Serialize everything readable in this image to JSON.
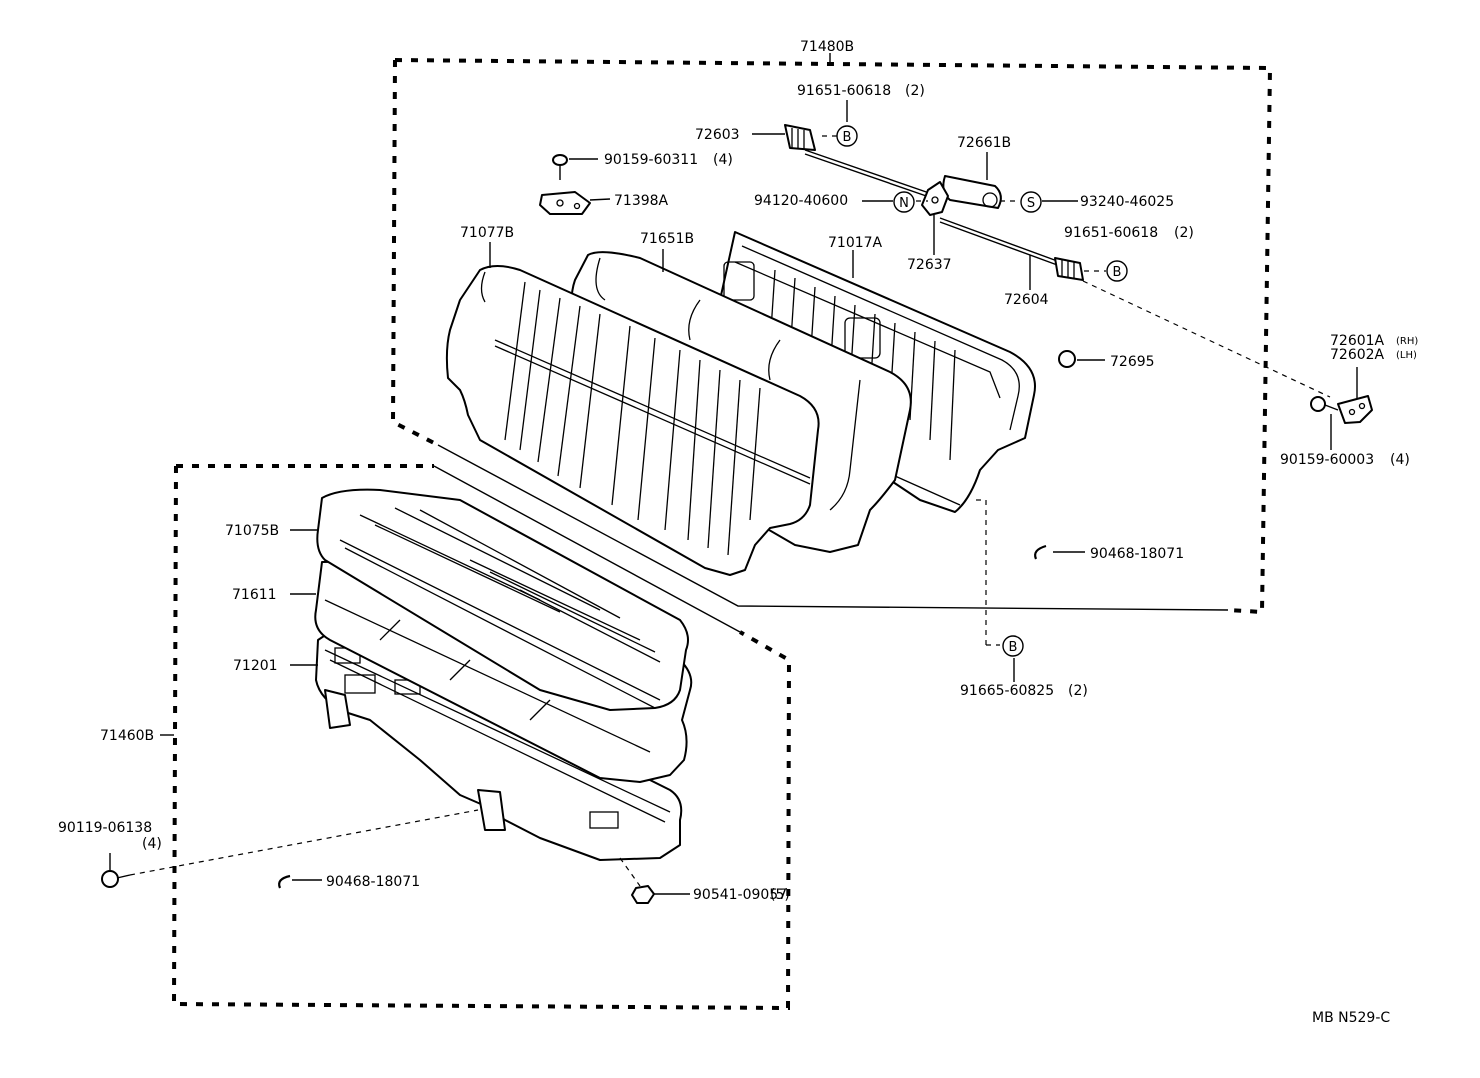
{
  "groups": {
    "seatback_assy": "71480B",
    "cushion_assy": "71460B"
  },
  "parts": {
    "p91651_top": "91651-60618",
    "p91651_top_qty": "(2)",
    "p72603": "72603",
    "p90159_60311": "90159-60311",
    "p90159_60311_qty": "(4)",
    "p71398A": "71398A",
    "p72661B": "72661B",
    "p94120": "94120-40600",
    "p93240": "93240-46025",
    "p72637": "72637",
    "p91651_mid": "91651-60618",
    "p91651_mid_qty": "(2)",
    "p72604": "72604",
    "p71077B": "71077B",
    "p71651B": "71651B",
    "p71017A": "71017A",
    "p72695": "72695",
    "p72601A": "72601A",
    "p72601A_side": "(RH)",
    "p72602A": "72602A",
    "p72602A_side": "(LH)",
    "p90159_60003": "90159-60003",
    "p90159_60003_qty": "(4)",
    "p90468_right": "90468-18071",
    "p91665": "91665-60825",
    "p91665_qty": "(2)",
    "p71075B": "71075B",
    "p71611": "71611",
    "p71201": "71201",
    "p90119": "90119-06138",
    "p90119_qty": "(4)",
    "p90468_left": "90468-18071",
    "p90541": "90541-09057",
    "p90541_qty": "(5)"
  },
  "symbols": {
    "b": "B",
    "n": "N",
    "s": "S"
  },
  "figure_code": "MB N529-C"
}
